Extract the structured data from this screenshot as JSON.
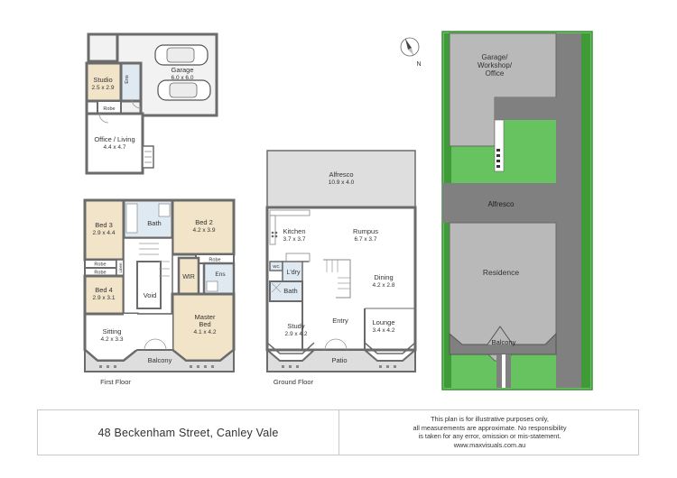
{
  "colors": {
    "room_tan": "#f2e4c8",
    "room_blue": "#dfe9f1",
    "room_white": "#ffffff",
    "garage_grey": "#dedede",
    "wall": "#6b6b6b",
    "site_green": "#67c35f",
    "site_dark": "#808080",
    "site_building": "#b9b9b9"
  },
  "north_label": "N",
  "outbuilding": {
    "garage": {
      "name": "Garage",
      "size": "6.0 x 6.0"
    },
    "studio": {
      "name": "Studio",
      "size": "2.5 x 2.9"
    },
    "ens": "Ens",
    "robe": "Robe",
    "office": {
      "name": "Office / Living",
      "size": "4.4 x 4.7"
    }
  },
  "first_floor": {
    "label": "First Floor",
    "bed3": {
      "name": "Bed 3",
      "size": "2.9 x 4.4"
    },
    "bath": "Bath",
    "bed2": {
      "name": "Bed 2",
      "size": "4.2 x 3.9"
    },
    "robe_a": "Robe",
    "robe_b": "Robe",
    "robe_c": "Robe",
    "linen": "Linen",
    "bed4": {
      "name": "Bed 4",
      "size": "2.9 x 3.1"
    },
    "void": "Void",
    "wir": "WIR",
    "ens": "Ens",
    "master": {
      "name_line1": "Master",
      "name_line2": "Bed",
      "size": "4.1 x 4.2"
    },
    "sitting": {
      "name": "Sitting",
      "size": "4.2 x 3.3"
    },
    "balcony": "Balcony"
  },
  "ground_floor": {
    "label": "Ground Floor",
    "alfresco": {
      "name": "Alfresco",
      "size": "10.9 x 4.0"
    },
    "kitchen": {
      "name": "Kitchen",
      "size": "3.7 x 3.7"
    },
    "rumpus": {
      "name": "Rumpus",
      "size": "6.7 x 3.7"
    },
    "wc": "WC",
    "ldry": "L'dry",
    "bath": "Bath",
    "dining": {
      "name": "Dining",
      "size": "4.2 x 2.8"
    },
    "study": {
      "name": "Study",
      "size": "2.9 x 4.2"
    },
    "entry": "Entry",
    "lounge": {
      "name": "Lounge",
      "size": "3.4 x 4.2"
    },
    "patio": "Patio"
  },
  "site_plan": {
    "garage_line1": "Garage/",
    "garage_line2": "Workshop/",
    "garage_line3": "Office",
    "alfresco": "Alfresco",
    "residence": "Residence",
    "balcony": "Balcony"
  },
  "footer": {
    "address": "48 Beckenham Street, Canley Vale",
    "disclaimer_lines": [
      "This plan is for illustrative purposes only,",
      "all measurements are approximate. No responsibility",
      "is taken for any error, omission or mis-statement.",
      "www.maxvisuals.com.au"
    ]
  }
}
